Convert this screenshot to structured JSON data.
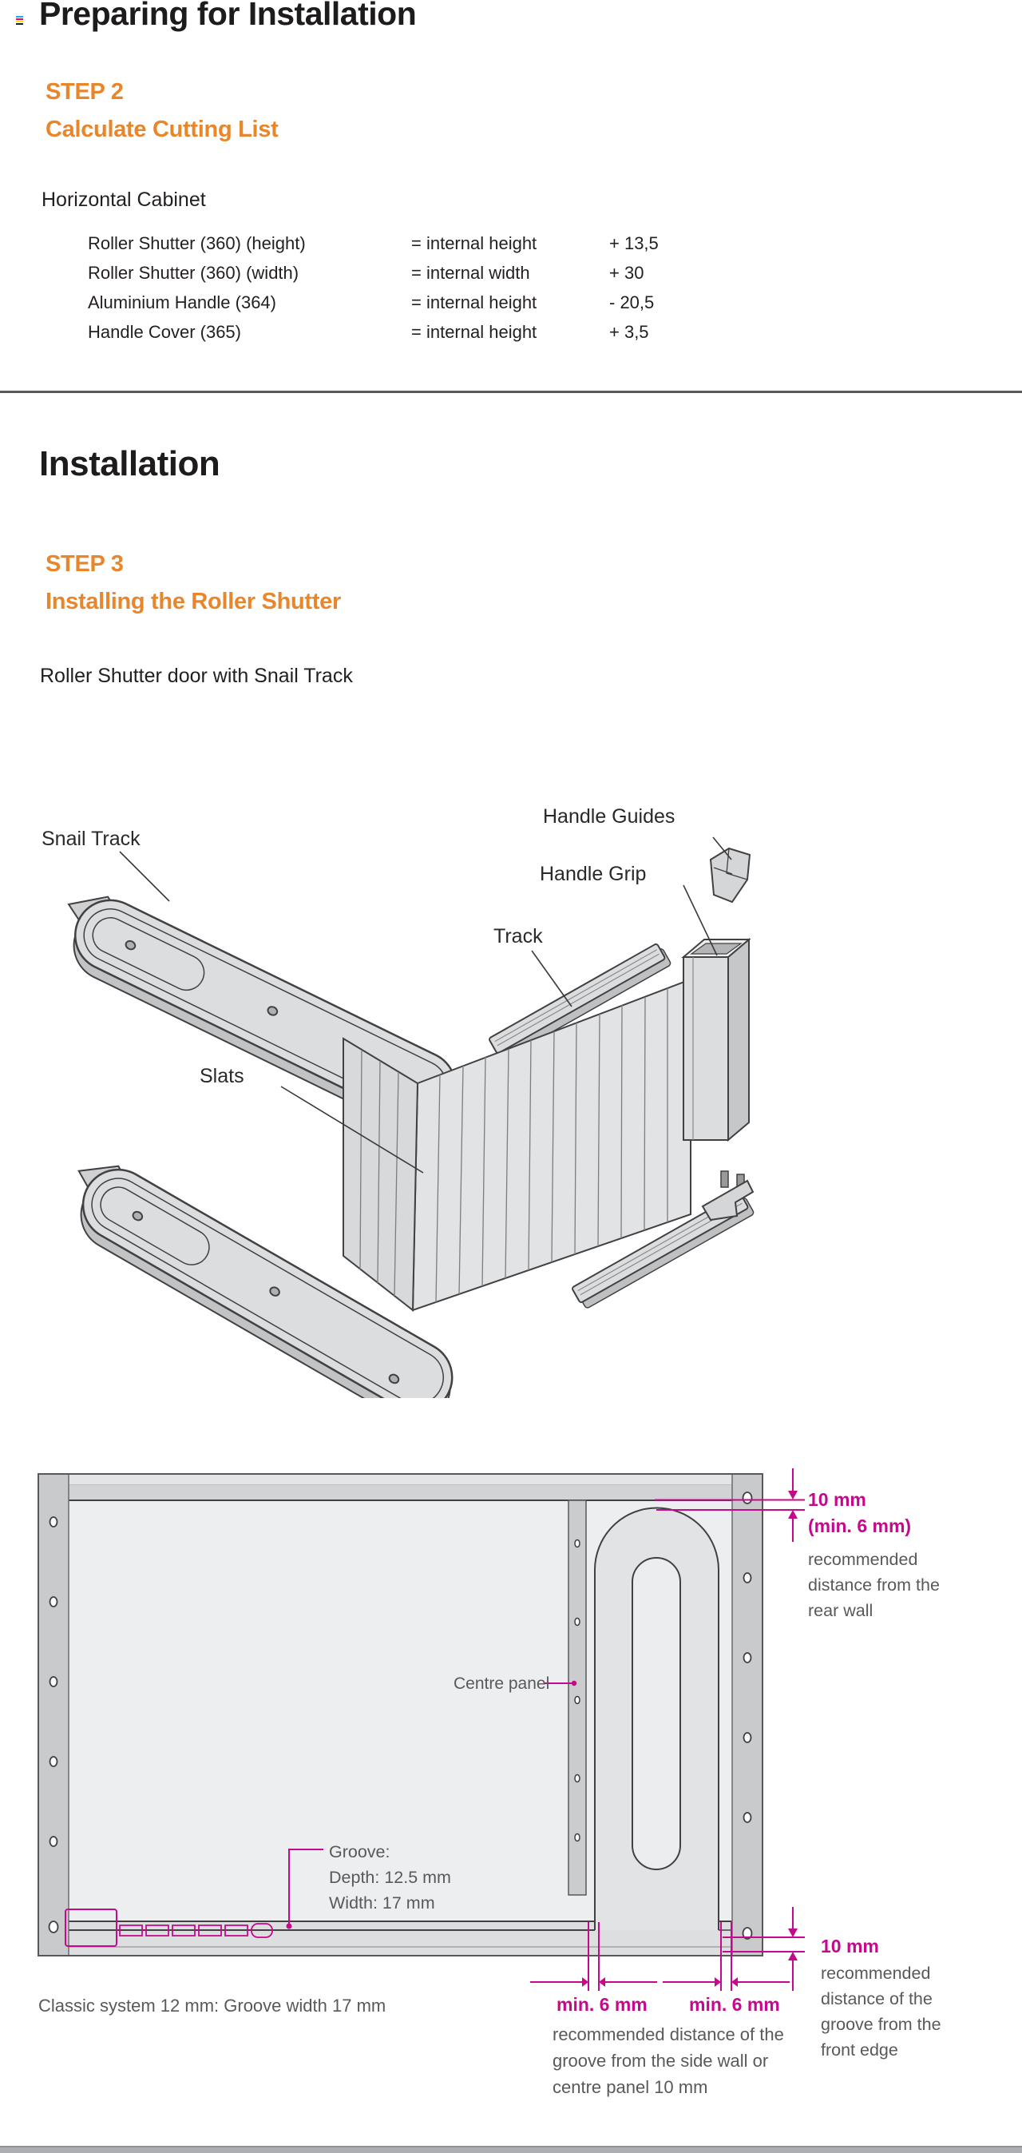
{
  "icon_colors": [
    "#29ABE2",
    "#EC008C",
    "#FFF200",
    "#231F20"
  ],
  "colors": {
    "accent_orange": "#E8862B",
    "dimension_magenta": "#C4098C",
    "annotation_gray": "#58595B"
  },
  "sections": {
    "prep_title": "Preparing for Installation",
    "install_title": "Installation"
  },
  "step2": {
    "label": "STEP 2",
    "title": "Calculate Cutting List"
  },
  "cutting_list": {
    "heading": "Horizontal Cabinet",
    "rows": [
      {
        "item": "Roller Shutter (360) (height)",
        "formula": "= internal height",
        "value": "+ 13,5"
      },
      {
        "item": "Roller Shutter (360) (width)",
        "formula": "= internal width",
        "value": "+ 30"
      },
      {
        "item": "Aluminium Handle (364)",
        "formula": "= internal height",
        "value": "- 20,5"
      },
      {
        "item": "Handle Cover (365)",
        "formula": "= internal height",
        "value": "+ 3,5"
      }
    ]
  },
  "step3": {
    "label": "STEP 3",
    "title": "Installing the Roller Shutter"
  },
  "diagram1": {
    "caption": "Roller Shutter door with Snail Track",
    "labels": {
      "snail_track": "Snail Track",
      "handle_guides": "Handle Guides",
      "handle_grip": "Handle Grip",
      "track": "Track",
      "slats": "Slats"
    }
  },
  "diagram2": {
    "rear_dim": {
      "value": "10 mm",
      "min": "(min. 6 mm)",
      "desc_lines": [
        "recommended",
        "distance from the",
        "rear wall"
      ]
    },
    "centre_panel_label": "Centre panel",
    "groove_lines": [
      "Groove:",
      "Depth: 12.5 mm",
      "Width:  17 mm"
    ],
    "front_dim": {
      "value": "10 mm",
      "desc_lines": [
        "recommended",
        "distance of the",
        "groove from the",
        "front edge"
      ]
    },
    "side_dims": {
      "left": "min. 6 mm",
      "right": "min. 6 mm",
      "desc_lines": [
        "recommended distance of the",
        "groove from the side wall or",
        "centre panel 10 mm"
      ]
    },
    "note": "Classic system 12 mm: Groove width 17 mm"
  }
}
